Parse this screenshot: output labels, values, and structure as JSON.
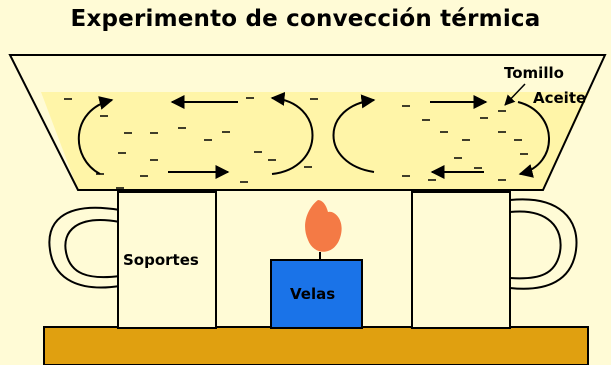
{
  "title": "Experimento de convección térmica",
  "labels": {
    "herb": "Tomillo",
    "oil": "Aceite",
    "supports": "Soportes",
    "candles": "Velas"
  },
  "colors": {
    "background": "#fffbd6",
    "oil": "#fff5a8",
    "table": "#e0a010",
    "candle": "#1a73e8",
    "flame": "#f47a45"
  }
}
